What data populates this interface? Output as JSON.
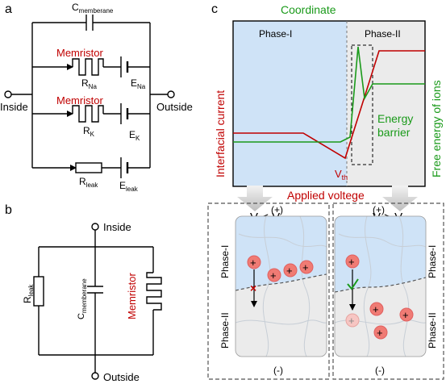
{
  "panel_a": {
    "label": "a",
    "inside": "Inside",
    "outside": "Outside",
    "c_membrane": {
      "base": "C",
      "sub": "memberane"
    },
    "memristor_na": "Memristor",
    "r_na": {
      "base": "R",
      "sub": "Na"
    },
    "e_na": {
      "base": "E",
      "sub": "Na"
    },
    "memristor_k": "Memristor",
    "r_k": {
      "base": "R",
      "sub": "K"
    },
    "e_k": {
      "base": "E",
      "sub": "K"
    },
    "r_leak": {
      "base": "R",
      "sub": "leak"
    },
    "e_leak": {
      "base": "E",
      "sub": "leak"
    }
  },
  "panel_b": {
    "label": "b",
    "inside": "Inside",
    "outside": "Outside",
    "r_leak": {
      "base": "R",
      "sub": "leak"
    },
    "c_membrane": {
      "base": "C",
      "sub": "memberane"
    },
    "memristor": "Memristor"
  },
  "panel_c": {
    "label": "c",
    "coordinate": "Coordinate",
    "phase1": "Phase-I",
    "phase2": "Phase-II",
    "y_left": "Interfacial current",
    "y_right": "Free energy of ions",
    "energy_barrier": [
      "Energy",
      "barrier"
    ],
    "vth": {
      "base": "V",
      "sub": "th"
    },
    "x_label": "Applied voltege",
    "left_box": {
      "condition": {
        "pre": "V < V",
        "sub": "th"
      },
      "plus": "(+)",
      "minus": "(-)",
      "phase1": "Phase-I",
      "phase2": "Phase-II",
      "ion_symbol": "+"
    },
    "right_box": {
      "condition": {
        "pre": "V > V",
        "sub": "th"
      },
      "plus": "(+)",
      "minus": "(-)",
      "phase1": "Phase-I",
      "phase2": "Phase-II",
      "ion_symbol": "+"
    }
  },
  "colors": {
    "red": "#c00000",
    "green": "#1a9a1a",
    "blue_bg": "#cfe3f7",
    "gray_bg": "#ebebeb",
    "ion_fill": "#f07b74"
  }
}
